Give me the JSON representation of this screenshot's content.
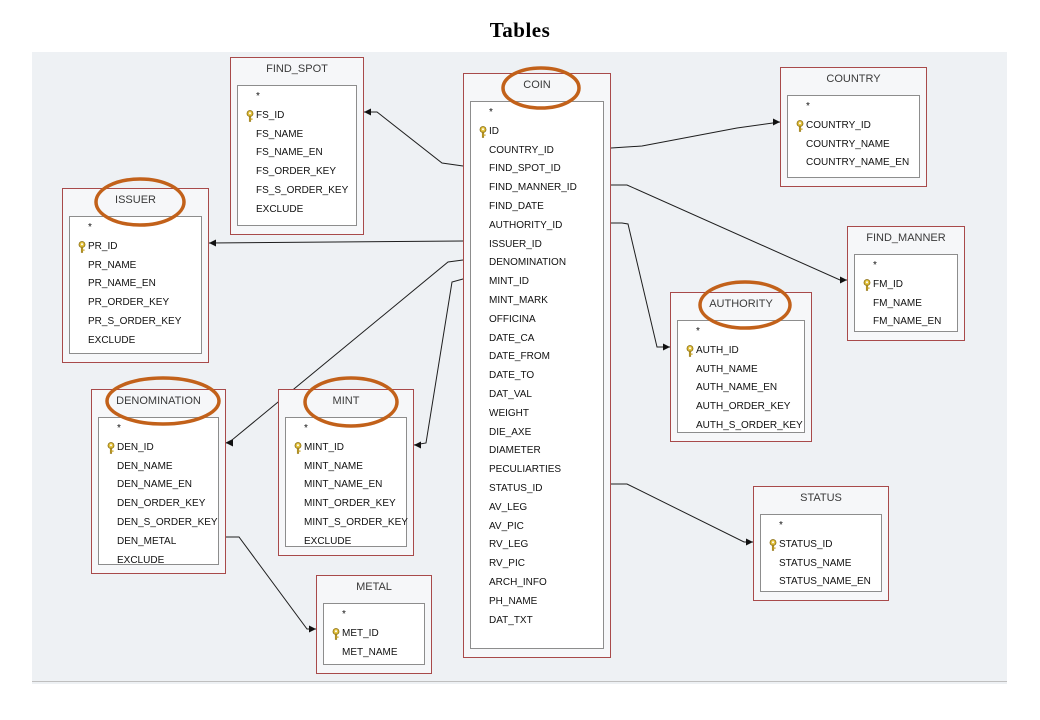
{
  "title": "Tables",
  "colors": {
    "table_border": "#a84a4a",
    "highlight_oval": "#c2611a",
    "canvas": "#eef1f4"
  },
  "tables": {
    "coin": {
      "name": "COIN",
      "rows": [
        "*",
        "ID",
        "COUNTRY_ID",
        "FIND_SPOT_ID",
        "FIND_MANNER_ID",
        "FIND_DATE",
        "AUTHORITY_ID",
        "ISSUER_ID",
        "DENOMINATION",
        "MINT_ID",
        "MINT_MARK",
        "OFFICINA",
        "DATE_CA",
        "DATE_FROM",
        "DATE_TO",
        "DAT_VAL",
        "WEIGHT",
        "DIE_AXE",
        "DIAMETER",
        "PECULIARTIES",
        "STATUS_ID",
        "AV_LEG",
        "AV_PIC",
        "RV_LEG",
        "RV_PIC",
        "ARCH_INFO",
        "PH_NAME",
        "DAT_TXT"
      ],
      "key_rows": [
        1
      ]
    },
    "find_spot": {
      "name": "FIND_SPOT",
      "rows": [
        "*",
        "FS_ID",
        "FS_NAME",
        "FS_NAME_EN",
        "FS_ORDER_KEY",
        "FS_S_ORDER_KEY",
        "EXCLUDE"
      ],
      "key_rows": [
        1
      ]
    },
    "country": {
      "name": "COUNTRY",
      "rows": [
        "*",
        "COUNTRY_ID",
        "COUNTRY_NAME",
        "COUNTRY_NAME_EN"
      ],
      "key_rows": [
        1
      ]
    },
    "issuer": {
      "name": "ISSUER",
      "rows": [
        "*",
        "PR_ID",
        "PR_NAME",
        "PR_NAME_EN",
        "PR_ORDER_KEY",
        "PR_S_ORDER_KEY",
        "EXCLUDE"
      ],
      "key_rows": [
        1
      ]
    },
    "find_manner": {
      "name": "FIND_MANNER",
      "rows": [
        "*",
        "FM_ID",
        "FM_NAME",
        "FM_NAME_EN"
      ],
      "key_rows": [
        1
      ]
    },
    "authority": {
      "name": "AUTHORITY",
      "rows": [
        "*",
        "AUTH_ID",
        "AUTH_NAME",
        "AUTH_NAME_EN",
        "AUTH_ORDER_KEY",
        "AUTH_S_ORDER_KEY"
      ],
      "key_rows": [
        1
      ]
    },
    "denomination": {
      "name": "DENOMINATION",
      "rows": [
        "*",
        "DEN_ID",
        "DEN_NAME",
        "DEN_NAME_EN",
        "DEN_ORDER_KEY",
        "DEN_S_ORDER_KEY",
        "DEN_METAL",
        "EXCLUDE"
      ],
      "key_rows": [
        1
      ]
    },
    "mint": {
      "name": "MINT",
      "rows": [
        "*",
        "MINT_ID",
        "MINT_NAME",
        "MINT_NAME_EN",
        "MINT_ORDER_KEY",
        "MINT_S_ORDER_KEY",
        "EXCLUDE"
      ],
      "key_rows": [
        1
      ]
    },
    "status": {
      "name": "STATUS",
      "rows": [
        "*",
        "STATUS_ID",
        "STATUS_NAME",
        "STATUS_NAME_EN"
      ],
      "key_rows": [
        1
      ]
    },
    "metal": {
      "name": "METAL",
      "rows": [
        "*",
        "MET_ID",
        "MET_NAME"
      ],
      "key_rows": [
        1
      ]
    }
  },
  "highlighted_tables": [
    "coin",
    "issuer",
    "authority",
    "denomination",
    "mint"
  ],
  "relationships": [
    {
      "from": "coin.COUNTRY_ID",
      "to": "country.COUNTRY_ID"
    },
    {
      "from": "coin.FIND_SPOT_ID",
      "to": "find_spot.FS_ID"
    },
    {
      "from": "coin.FIND_MANNER_ID",
      "to": "find_manner.FM_ID"
    },
    {
      "from": "coin.AUTHORITY_ID",
      "to": "authority.AUTH_ID"
    },
    {
      "from": "coin.ISSUER_ID",
      "to": "issuer.PR_ID"
    },
    {
      "from": "coin.DENOMINATION",
      "to": "denomination.DEN_ID"
    },
    {
      "from": "coin.MINT_ID",
      "to": "mint.MINT_ID"
    },
    {
      "from": "coin.STATUS_ID",
      "to": "status.STATUS_ID"
    },
    {
      "from": "denomination.DEN_METAL",
      "to": "metal.MET_ID"
    }
  ]
}
